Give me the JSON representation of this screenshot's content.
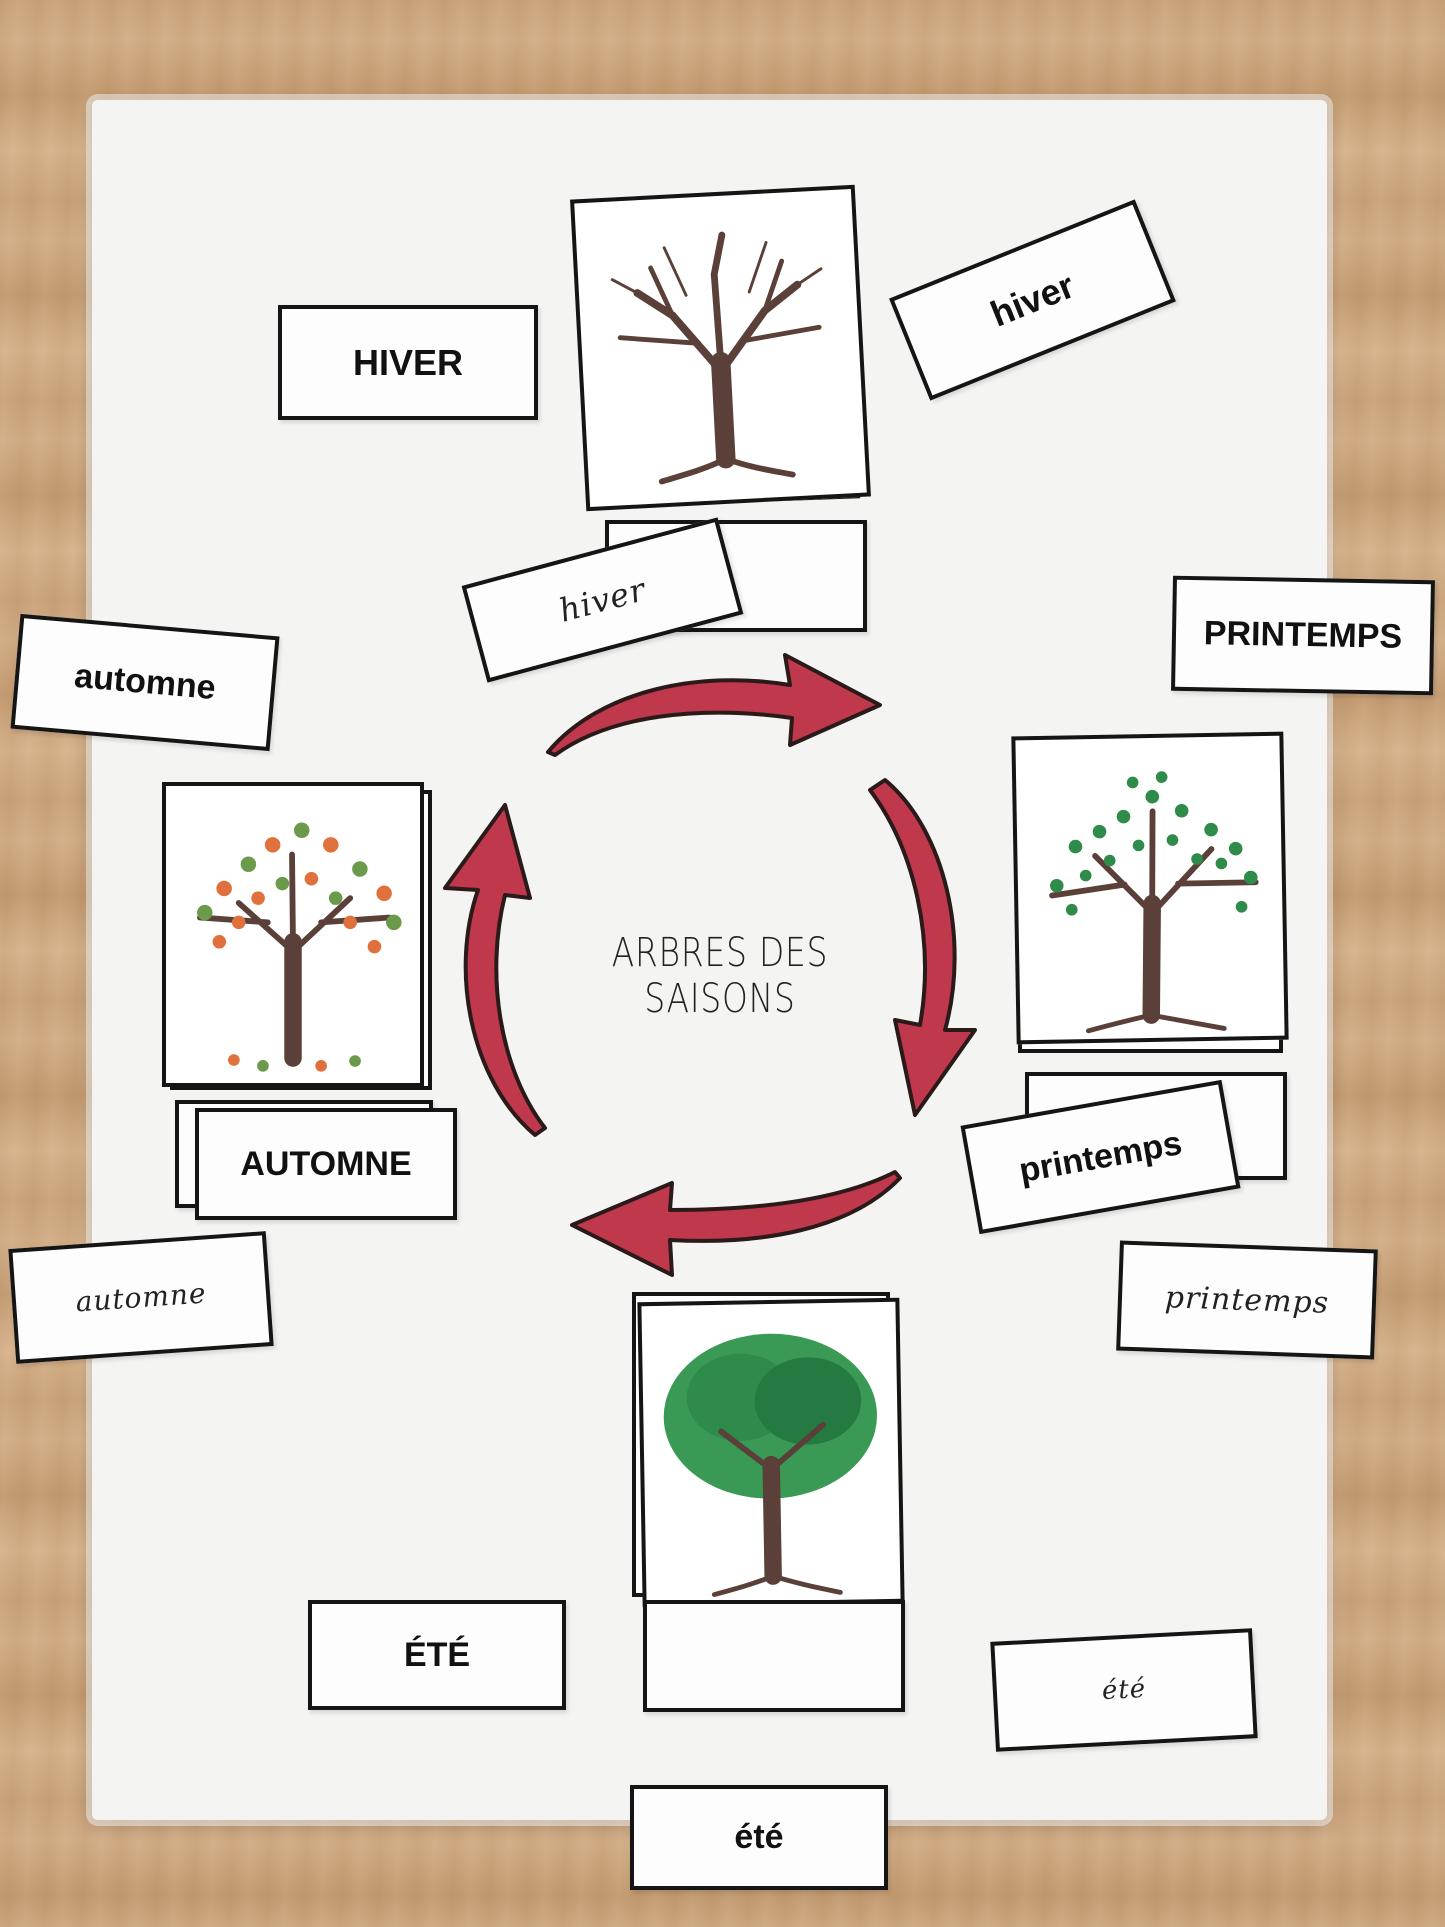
{
  "title": "ARBRES DES SAISONS",
  "labels": {
    "hiver_caps": "HIVER",
    "hiver_lower": "hiver",
    "hiver_script": "hiver",
    "printemps_caps": "PRINTEMPS",
    "printemps_lower": "printemps",
    "printemps_script": "printemps",
    "ete_caps": "ÉTÉ",
    "ete_lower": "été",
    "ete_script": "été",
    "automne_caps": "AUTOMNE",
    "automne_lower": "automne",
    "automne_script": "automne"
  },
  "trees": {
    "winter": "bare-tree-icon",
    "spring": "green-sparse-tree-icon",
    "summer": "green-full-tree-icon",
    "autumn": "autumn-tree-icon"
  },
  "colors": {
    "arrow": "#c0384b",
    "arrow_outline": "#2a1a1a",
    "autumn_leaf_orange": "#e0703c",
    "autumn_leaf_green": "#6a9a4a",
    "leaf_green": "#2e8b4a",
    "trunk": "#5a4038"
  }
}
